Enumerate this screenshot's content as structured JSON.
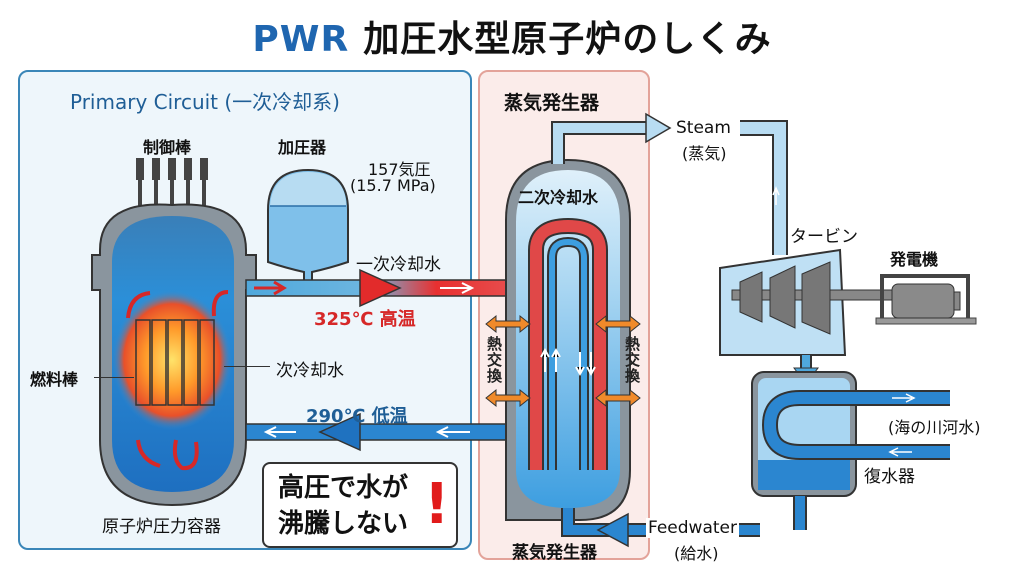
{
  "title": {
    "accent": "PWR",
    "main": "加圧水型原子炉のしくみ"
  },
  "primary_circuit": {
    "heading": "Primary Circuit (一次冷却系)",
    "control_rods": "制御棒",
    "pressurizer": "加圧器",
    "pressure_line1": "157気圧",
    "pressure_line2": "(15.7 MPa)",
    "primary_coolant": "一次冷却水",
    "hot_leg": "325℃ 高温",
    "fuel_rods": "燃料棒",
    "coolant_in_vessel": "次冷却水",
    "cold_leg": "290℃ 低温",
    "vessel": "原子炉圧力容器",
    "callout_line1": "高圧で水が",
    "callout_line2": "沸騰しない",
    "callout_mark": "!"
  },
  "steam_generator": {
    "heading": "蒸気発生器",
    "secondary_coolant": "二次冷却水",
    "heat_exchange_left": "熱交換",
    "heat_exchange_right": "熱交換",
    "footer": "蒸気発生器"
  },
  "secondary": {
    "steam_en": "Steam",
    "steam_jp": "(蒸気)",
    "turbine": "タービン",
    "generator": "発電機",
    "cooling_water": "(海の川河水)",
    "condenser": "復水器",
    "feedwater_en": "Feedwater",
    "feedwater_jp": "(給水)"
  },
  "colors": {
    "accent": "#1f66b0",
    "hot": "#d62828",
    "cold": "#1f5e96",
    "alert": "#e11b1b"
  }
}
